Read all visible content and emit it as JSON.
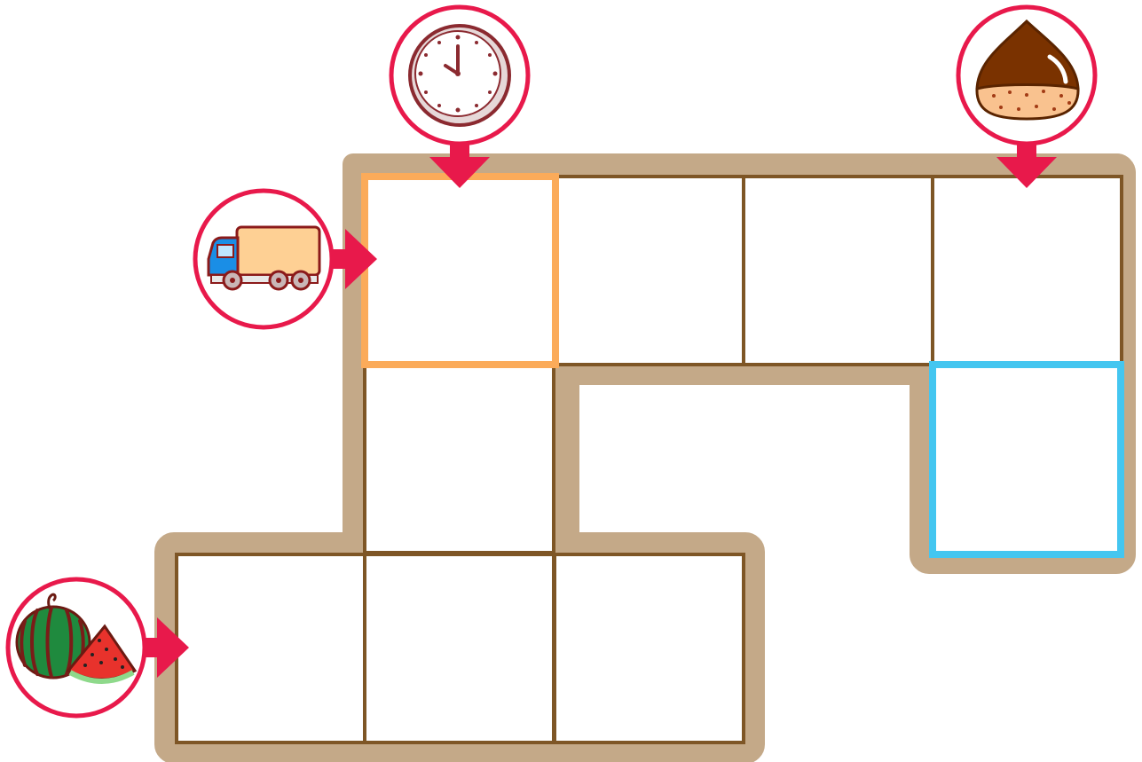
{
  "puzzle": {
    "type": "crossword-grid",
    "cells": [
      {
        "row": 0,
        "col": 2,
        "id": "r0c2",
        "start_highlight": "orange"
      },
      {
        "row": 0,
        "col": 3,
        "id": "r0c3"
      },
      {
        "row": 0,
        "col": 4,
        "id": "r0c4"
      },
      {
        "row": 0,
        "col": 5,
        "id": "r0c5"
      },
      {
        "row": 1,
        "col": 2,
        "id": "r1c2"
      },
      {
        "row": 1,
        "col": 5,
        "id": "r1c5",
        "answer_highlight": "blue"
      },
      {
        "row": 2,
        "col": 1,
        "id": "r2c1"
      },
      {
        "row": 2,
        "col": 2,
        "id": "r2c2"
      },
      {
        "row": 2,
        "col": 3,
        "id": "r2c3"
      }
    ],
    "clues": [
      {
        "icon": "truck-icon",
        "direction": "across",
        "start_cell": "r0c2"
      },
      {
        "icon": "clock-icon",
        "direction": "down",
        "start_cell": "r0c2"
      },
      {
        "icon": "chestnut-icon",
        "direction": "down",
        "start_cell": "r0c5"
      },
      {
        "icon": "watermelon-icon",
        "direction": "across",
        "start_cell": "r2c1"
      }
    ]
  },
  "colors": {
    "board_outline": "#c4a988",
    "grid_line": "#7e5626",
    "start_highlight": "#fbab5a",
    "answer_highlight": "#44c6f0",
    "clue_ring": "#e8194b",
    "arrow": "#e8194b"
  }
}
